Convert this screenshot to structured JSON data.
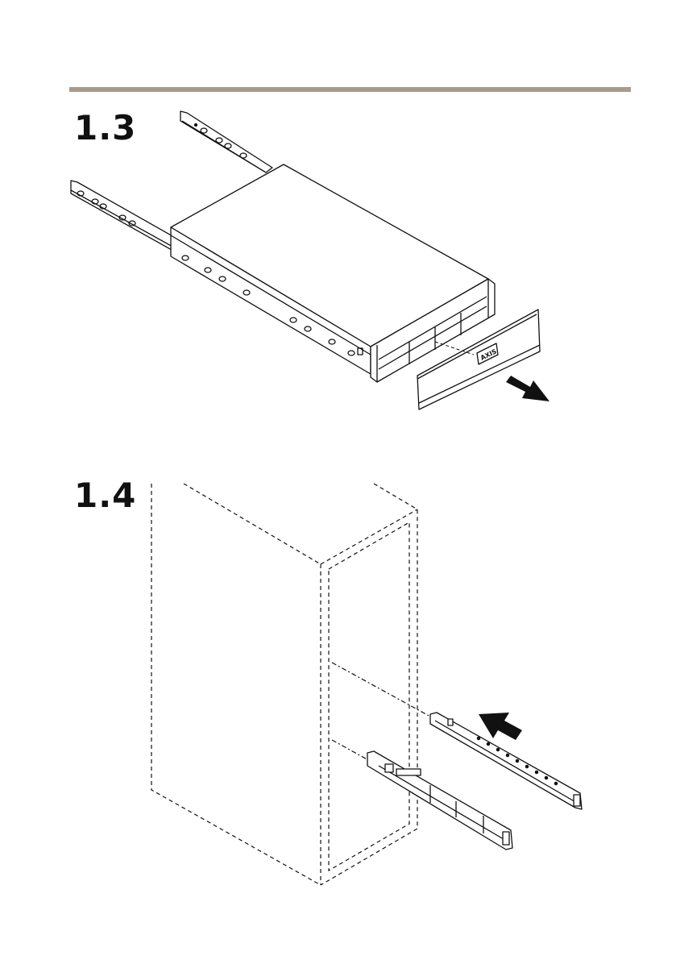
{
  "header": {
    "rule_color": "#a89a8d"
  },
  "steps": [
    {
      "number": "1.3"
    },
    {
      "number": "1.4"
    }
  ],
  "illustration_1_3": {
    "panel_logo": "AXIS",
    "arrow_icon": "arrow-down-right-icon"
  },
  "illustration_1_4": {
    "arrow_icon": "arrow-up-left-icon"
  }
}
